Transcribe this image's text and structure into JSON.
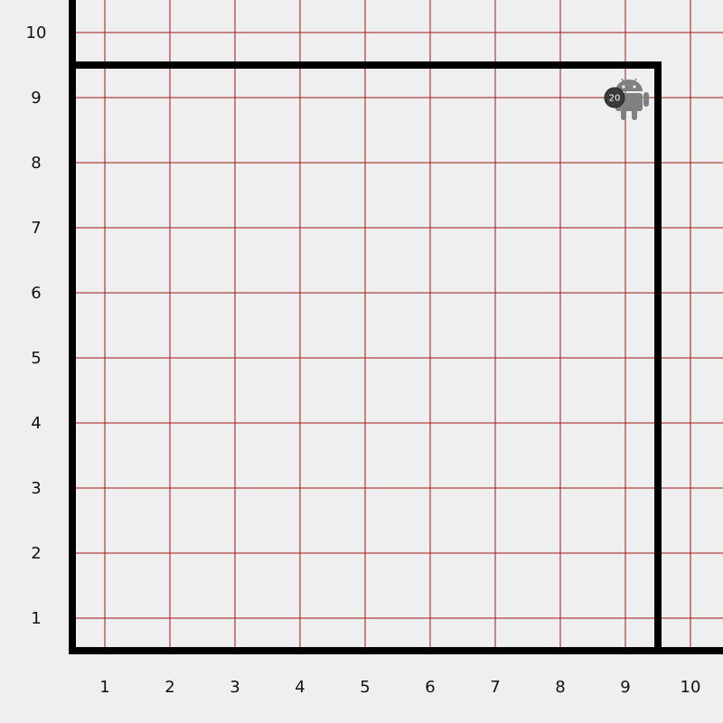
{
  "board": {
    "x_ticks": [
      "1",
      "2",
      "3",
      "4",
      "5",
      "6",
      "7",
      "8",
      "9",
      "10"
    ],
    "y_ticks": [
      "1",
      "2",
      "3",
      "4",
      "5",
      "6",
      "7",
      "8",
      "9",
      "10"
    ],
    "grid_color": "#a31515",
    "wall_color": "#000000",
    "background": "#efefef"
  },
  "robot": {
    "icon": "android-robot-icon",
    "avenue": 9,
    "street": 9,
    "beeper_count": "20",
    "color": "#808080"
  }
}
